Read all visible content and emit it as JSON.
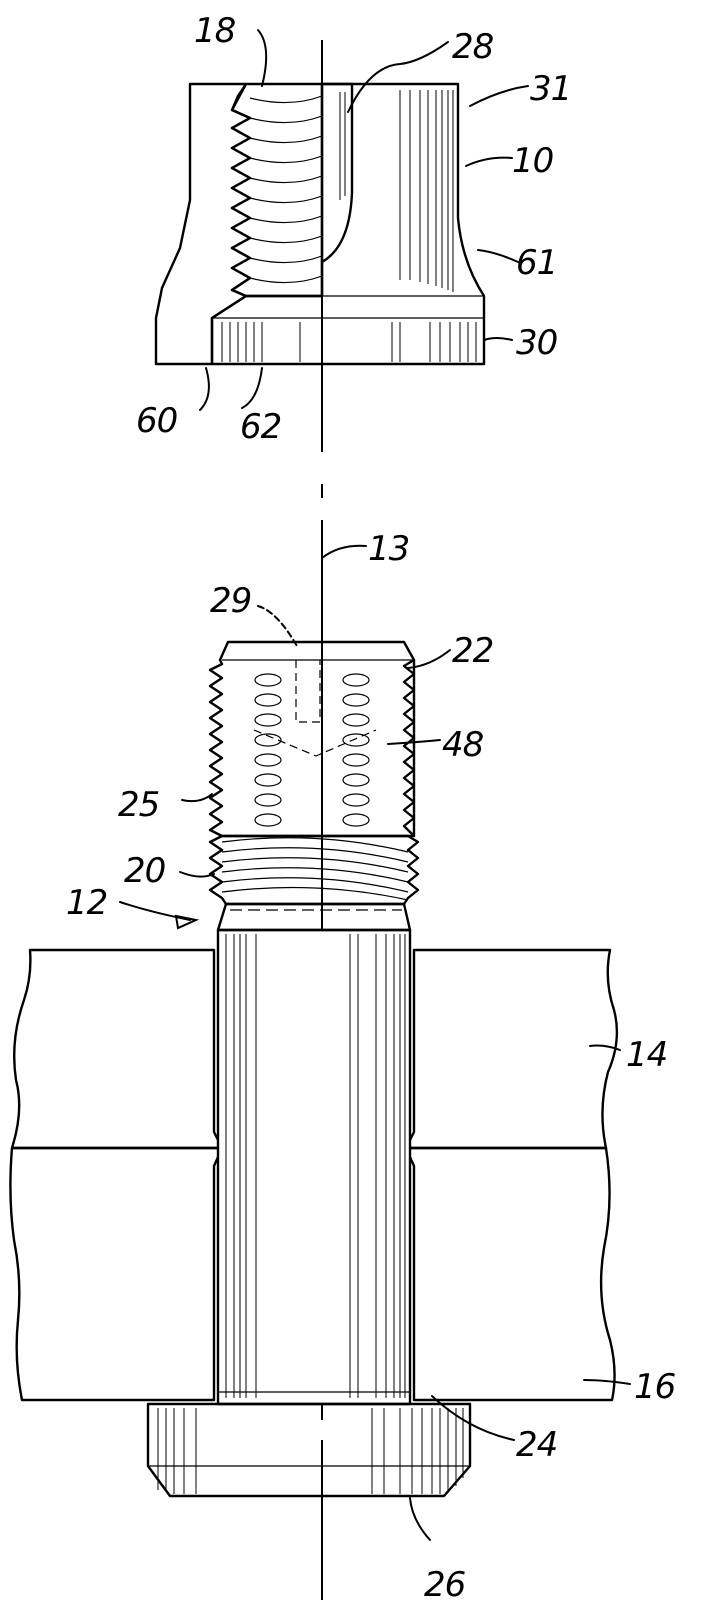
{
  "labels": {
    "r18": "18",
    "r28": "28",
    "r31": "31",
    "r10": "10",
    "r61": "61",
    "r30": "30",
    "r60": "60",
    "r62": "62",
    "r13": "13",
    "r29": "29",
    "r22": "22",
    "r48": "48",
    "r25": "25",
    "r20": "20",
    "r12": "12",
    "r14": "14",
    "r16": "16",
    "r24": "24",
    "r26": "26"
  }
}
